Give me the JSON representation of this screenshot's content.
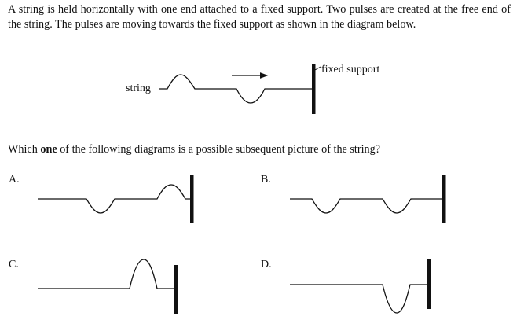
{
  "intro_text": "A string is held horizontally with one end attached to a fixed support.  Two pulses are created at the free end of the string.  The pulses are moving towards the fixed support as shown in the diagram below.",
  "diagram": {
    "string_label": "string",
    "support_label": "fixed support",
    "direction": "right (towards fixed support)",
    "pulses": [
      "crest",
      "trough"
    ]
  },
  "question": {
    "prefix": "Which ",
    "emphasis": "one",
    "suffix": " of the following diagrams is a possible subsequent picture of the string?"
  },
  "options": [
    {
      "label": "A.",
      "pulses": [
        "trough",
        "crest"
      ]
    },
    {
      "label": "B.",
      "pulses": [
        "trough",
        "trough"
      ]
    },
    {
      "label": "C.",
      "pulses": [
        "crest (tall, narrow)"
      ]
    },
    {
      "label": "D.",
      "pulses": [
        "trough (deep, narrow)"
      ]
    }
  ]
}
